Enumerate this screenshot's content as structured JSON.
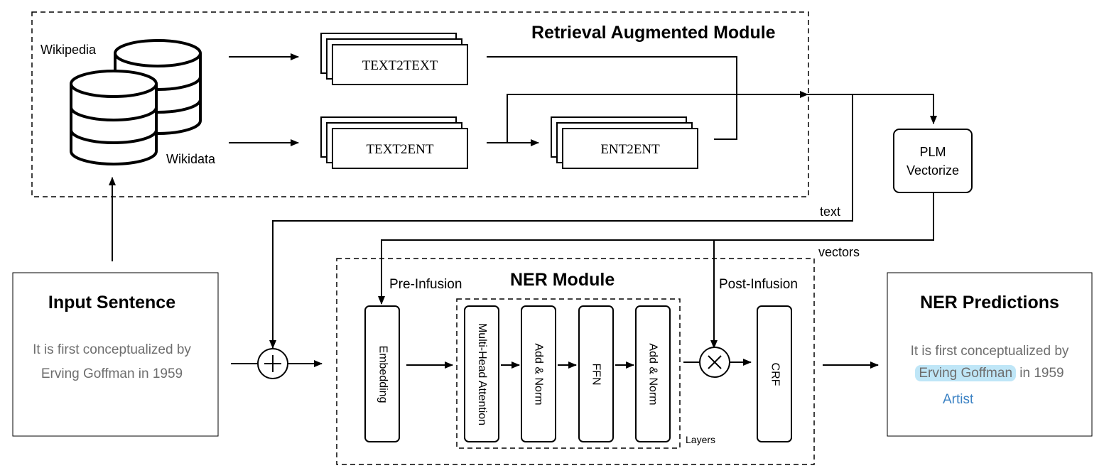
{
  "retrieval_module": {
    "title": "Retrieval Augmented Module",
    "sources": {
      "wikipedia": "Wikipedia",
      "wikidata": "Wikidata"
    },
    "steps": {
      "text2text": "TEXT2TEXT",
      "text2ent": "TEXT2ENT",
      "ent2ent": "ENT2ENT"
    }
  },
  "plm": {
    "line1": "PLM",
    "line2": "Vectorize"
  },
  "flow_labels": {
    "text": "text",
    "vectors": "vectors",
    "pre_infusion": "Pre-Infusion",
    "post_infusion": "Post-Infusion"
  },
  "input_sentence": {
    "title": "Input Sentence",
    "line1": "It is first conceptualized by",
    "line2": "Erving Goffman in 1959"
  },
  "ner_module": {
    "title": "NER Module",
    "blocks": {
      "embedding": "Embedding",
      "attention": "Multi-Head Attention",
      "add_norm_1": "Add & Norm",
      "ffn": "FFN",
      "add_norm_2": "Add & Norm",
      "crf": "CRF"
    },
    "layers_label": "Layers",
    "operators": {
      "plus": "+",
      "times": "×"
    }
  },
  "ner_predictions": {
    "title": "NER Predictions",
    "line1": "It is first conceptualized by",
    "entity": "Erving Goffman",
    "line2_rest": " in 1959",
    "entity_type": "Artist"
  },
  "colors": {
    "sentence_text": "#6e6e6e",
    "entity_highlight": "#bfe6f7",
    "entity_type": "#3b82c4"
  }
}
